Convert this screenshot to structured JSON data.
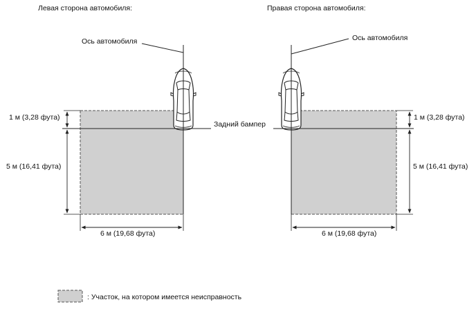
{
  "left_panel": {
    "title": "Левая сторона автомобиля:",
    "axis_label": "Ось автомобиля",
    "dim_top": "1 м (3,28 фута)",
    "dim_side": "5 м (16,41 фута)",
    "dim_bottom": "6 м (19,68 фута)"
  },
  "right_panel": {
    "title": "Правая сторона автомобиля:",
    "axis_label": "Ось автомобиля",
    "dim_top": "1 м (3,28 фута)",
    "dim_side": "5 м (16,41 фута)",
    "dim_bottom": "6 м (19,68 фута)"
  },
  "bumper_label": "Задний бампер",
  "legend": {
    "text": ": Участок, на котором имеется неисправность",
    "swatch_color": "#d0d0d0"
  },
  "colors": {
    "zone_fill": "#d0d0d0",
    "line": "#222222"
  }
}
